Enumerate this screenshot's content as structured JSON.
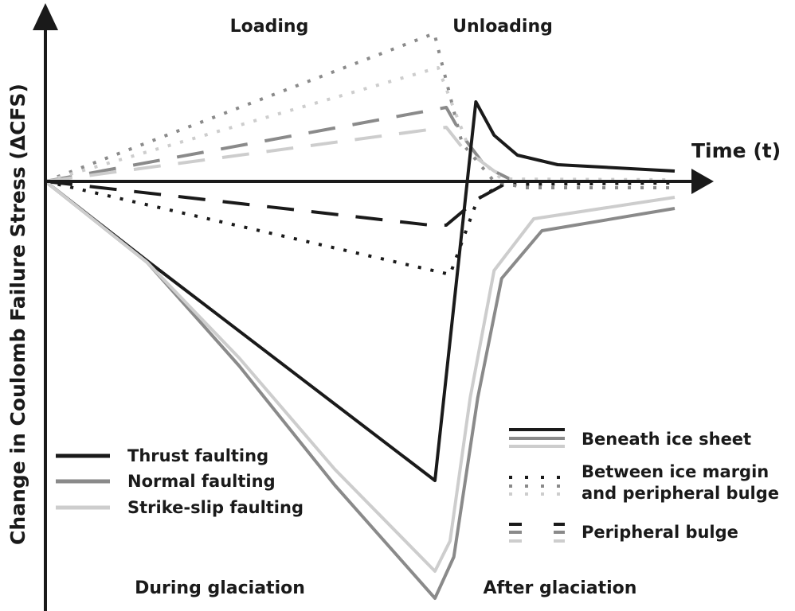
{
  "chart_data": {
    "type": "line",
    "title": "",
    "xlabel": "Time (t)",
    "ylabel": "Change in Coulomb Failure Stress (ΔCFS)",
    "xlim": [
      0,
      100
    ],
    "ylim": [
      -105,
      38
    ],
    "grid": false,
    "phase_labels": {
      "top_left": "Loading",
      "top_right": "Unloading",
      "bottom_left": "During glaciation",
      "bottom_right": "After glaciation"
    },
    "colors": {
      "thrust": "#1a1a1a",
      "normal": "#8a8a8a",
      "strike_slip": "#cdcdcd"
    },
    "legend_faulting": {
      "placement": "bottom-left",
      "items": [
        {
          "label": "Thrust faulting",
          "color": "#1a1a1a"
        },
        {
          "label": "Normal faulting",
          "color": "#8a8a8a"
        },
        {
          "label": "Strike-slip faulting",
          "color": "#cdcdcd"
        }
      ]
    },
    "legend_location": {
      "placement": "bottom-right",
      "items": [
        {
          "label": "Beneath ice sheet",
          "style": "solid"
        },
        {
          "label_line1": "Between ice margin",
          "label_line2": "and peripheral bulge",
          "style": "dotted"
        },
        {
          "label": "Peripheral bulge",
          "style": "dashed"
        }
      ]
    },
    "series": [
      {
        "name": "Thrust faulting, beneath ice sheet",
        "fault": "thrust",
        "style": "solid",
        "x": [
          0,
          16.2,
          61.9,
          68.4,
          71.3,
          75,
          81.4,
          100
        ],
        "y": [
          0,
          -20,
          -75.2,
          20,
          11.6,
          6.6,
          4.2,
          2.6
        ]
      },
      {
        "name": "Normal faulting, beneath ice sheet",
        "fault": "normal",
        "style": "solid",
        "x": [
          0,
          16.2,
          30.8,
          46,
          61.9,
          64.9,
          68.7,
          72.5,
          78.9,
          100
        ],
        "y": [
          0,
          -20.4,
          -46.4,
          -76.4,
          -104.8,
          -94.4,
          -54.4,
          -24.4,
          -12.4,
          -6.8
        ]
      },
      {
        "name": "Strike-slip faulting, beneath ice sheet",
        "fault": "strike_slip",
        "style": "solid",
        "x": [
          0,
          16.2,
          30.8,
          46,
          61.9,
          64.3,
          67.5,
          71.3,
          77.6,
          100
        ],
        "y": [
          0,
          -20.4,
          -44.4,
          -72.4,
          -98,
          -90.4,
          -54.4,
          -22.4,
          -9.4,
          -4
        ]
      },
      {
        "name": "Thrust faulting, between ice margin and peripheral bulge",
        "fault": "thrust",
        "style": "dotted",
        "x": [
          0,
          64.3,
          68.7,
          72.5,
          100
        ],
        "y": [
          0,
          -23.4,
          -4.4,
          -0.8,
          -0.4
        ]
      },
      {
        "name": "Normal faulting, between ice margin and peripheral bulge",
        "fault": "normal",
        "style": "dotted",
        "x": [
          0,
          61.8,
          66.2,
          71.3,
          76.3,
          100
        ],
        "y": [
          0,
          37.2,
          9.6,
          0,
          -1.6,
          -1.6
        ]
      },
      {
        "name": "Strike-slip faulting, between ice margin and peripheral bulge",
        "fault": "strike_slip",
        "style": "dotted",
        "x": [
          0,
          62.4,
          67.5,
          72.5,
          100
        ],
        "y": [
          0,
          28.6,
          7.6,
          0.6,
          0.4
        ]
      },
      {
        "name": "Thrust faulting, peripheral bulge",
        "fault": "thrust",
        "style": "dashed",
        "x": [
          0,
          61.1,
          63.7,
          68.7,
          73.8,
          100
        ],
        "y": [
          0,
          -11,
          -11,
          -4.4,
          0,
          0
        ]
      },
      {
        "name": "Normal faulting, peripheral bulge",
        "fault": "normal",
        "style": "dashed",
        "x": [
          0,
          63.7,
          66.2,
          70,
          73.8
        ],
        "y": [
          0,
          18.6,
          11.6,
          3.6,
          0.6
        ]
      },
      {
        "name": "Strike-slip faulting, peripheral bulge",
        "fault": "strike_slip",
        "style": "dashed",
        "x": [
          0,
          63.7,
          66.2,
          71.3,
          73.8
        ],
        "y": [
          0,
          13.6,
          8.6,
          2.6,
          0.6
        ]
      }
    ]
  }
}
